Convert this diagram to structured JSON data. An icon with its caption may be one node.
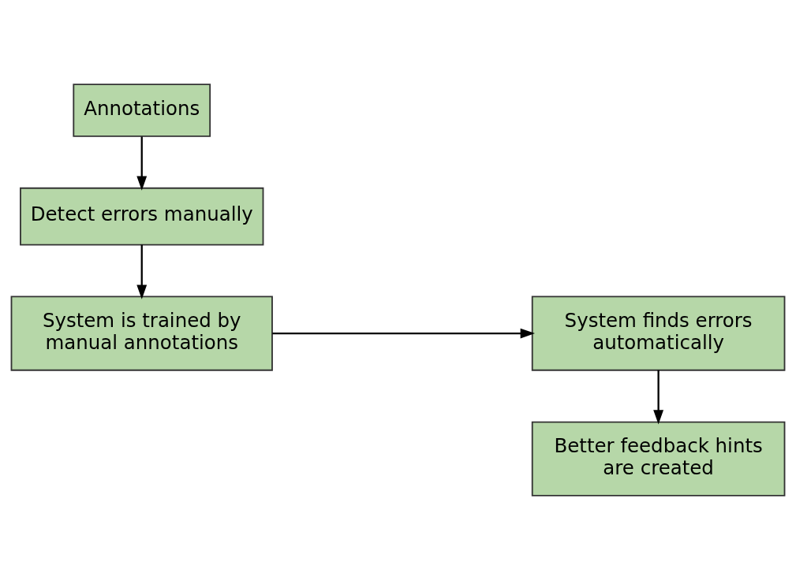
{
  "diagram": {
    "nodes": [
      {
        "text": [
          "Annotations"
        ]
      },
      {
        "text": [
          "Detect errors manually"
        ]
      },
      {
        "text": [
          "System is trained by manual annotations"
        ]
      },
      {
        "text": [
          "System finds errors automatically"
        ]
      },
      {
        "text": [
          "Better feedback hints are created"
        ]
      }
    ],
    "edges": [
      {
        "from": 0,
        "to": 1,
        "arrow": "to"
      },
      {
        "from": 1,
        "to": 2,
        "arrow": "to"
      },
      {
        "from": 2,
        "to": 3,
        "arrow": "to"
      },
      {
        "from": 3,
        "to": 4,
        "arrow": "to"
      }
    ]
  }
}
